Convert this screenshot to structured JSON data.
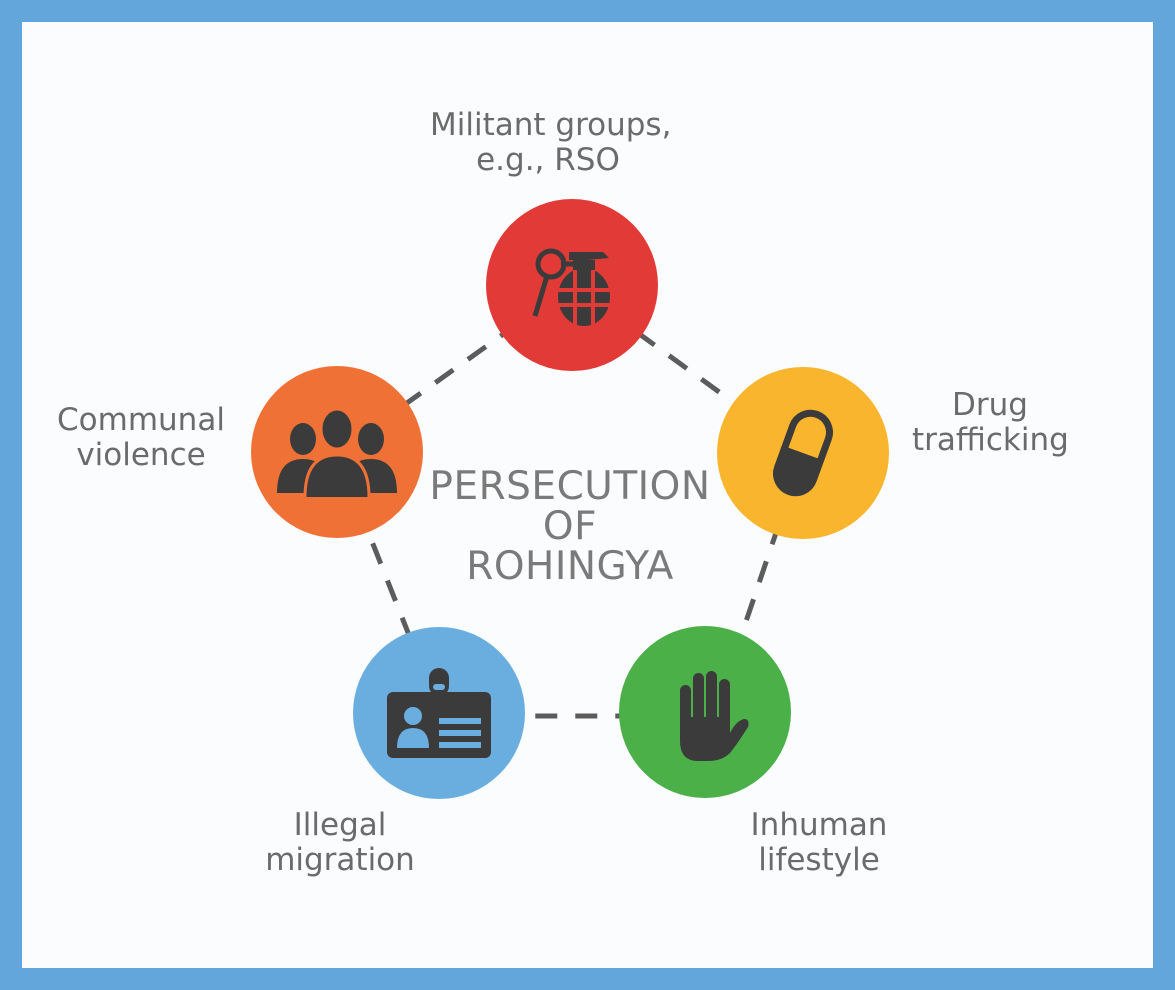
{
  "center": {
    "line1": "PERSECUTION",
    "line2": "OF",
    "line3": "ROHINGYA"
  },
  "nodes": [
    {
      "id": "militant",
      "color": "#e23a36",
      "icon": "grenade-icon",
      "label_lines": [
        "Militant groups,",
        "e.g., RSO"
      ]
    },
    {
      "id": "drug",
      "color": "#f8b52d",
      "icon": "pill-capsule-icon",
      "label_lines": [
        "Drug",
        "trafficking"
      ]
    },
    {
      "id": "inhuman",
      "color": "#4cb049",
      "icon": "stop-hand-icon",
      "label_lines": [
        "Inhuman",
        "lifestyle"
      ]
    },
    {
      "id": "illegal",
      "color": "#6aaee0",
      "icon": "id-badge-icon",
      "label_lines": [
        "Illegal",
        "migration"
      ]
    },
    {
      "id": "communal",
      "color": "#ef7136",
      "icon": "people-group-icon",
      "label_lines": [
        "Communal",
        "violence"
      ]
    }
  ],
  "colors": {
    "frame": "#63a6dc",
    "icon": "#3b3b3b",
    "dash": "#5c5c5c",
    "text": "#6b6b6b"
  }
}
